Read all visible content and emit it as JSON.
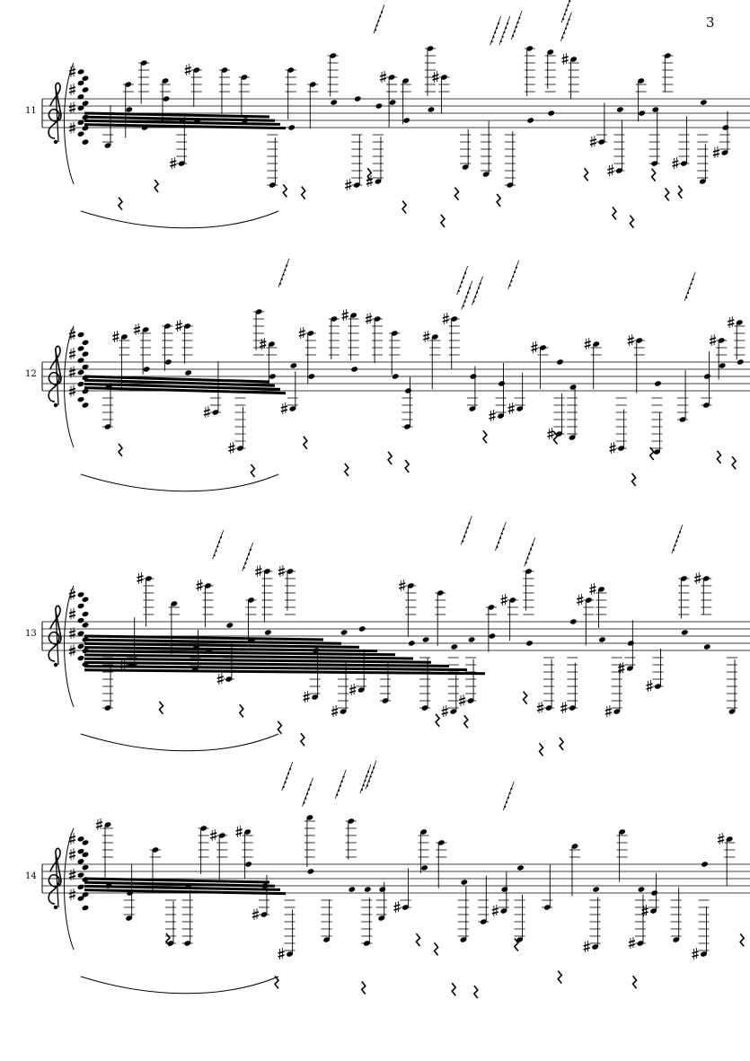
{
  "page": {
    "number": "3"
  },
  "systems": [
    {
      "measure_number": "11",
      "clef": "treble-clef-icon"
    },
    {
      "measure_number": "12",
      "clef": "treble-clef-icon"
    },
    {
      "measure_number": "13",
      "clef": "treble-clef-icon"
    },
    {
      "measure_number": "14",
      "clef": "treble-clef-icon"
    }
  ],
  "colors": {
    "ink": "#000000",
    "paper": "#ffffff"
  }
}
